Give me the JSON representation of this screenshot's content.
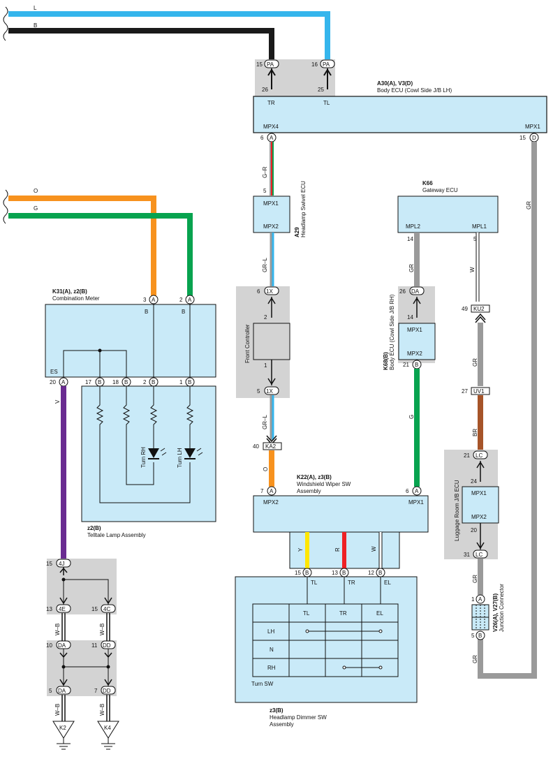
{
  "colors": {
    "L": "#35b5ec",
    "B": "#1a1a1a",
    "O": "#f7921e",
    "G": "#07a34f",
    "V": "#6a2c91",
    "GR": "#9a9a9a",
    "BR": "#a65429",
    "Y": "#ffe600",
    "R": "#ee2024",
    "W": "#ffffff",
    "ecu_fill": "#c9eaf8",
    "jb_fill": "#d3d3d3"
  },
  "wire_labels": {
    "top_L": "L",
    "top_B": "B",
    "left_O": "O",
    "left_G": "G",
    "v_wire": "V",
    "gr_right": "GR",
    "gr_swivel": "G–R",
    "grl_1": "GR–L",
    "grl_2": "GR–L",
    "o_wiper": "O",
    "gr_14": "GR",
    "g_68": "G",
    "w_5": "W",
    "gr_ku": "GR",
    "br_uv": "BR",
    "gr_lc": "GR",
    "gr_bottom": "GR",
    "y": "Y",
    "r": "R",
    "w": "W",
    "wb_1": "W–B",
    "wb_2": "W–B",
    "wb_3": "W–B",
    "wb_4": "W–B"
  },
  "body_ecu": {
    "code": "A30(A), V3(D)",
    "name": "Body ECU (Cowl Side J/B LH)",
    "tr": "TR",
    "tl": "TL",
    "mpx4": "MPX4",
    "mpx1": "MPX1",
    "pin26": "26",
    "pin25": "25",
    "pin6": "6",
    "pin15": "15",
    "conn_A": "A",
    "conn_D": "D"
  },
  "pa_conn": {
    "pin15": "15",
    "pin16": "16",
    "label": "PA"
  },
  "swivel": {
    "code": "A29",
    "name": "Headlamp Swivel ECU",
    "mpx1": "MPX1",
    "mpx2": "MPX2",
    "pin5": "5"
  },
  "gateway": {
    "code": "K66",
    "name": "Gateway ECU",
    "mpl2": "MPL2",
    "mpl1": "MPL1",
    "pin14": "14",
    "pin5": "5"
  },
  "combo_meter": {
    "code": "K31(A), z2(B)",
    "name": "Combination Meter",
    "pin3": "3",
    "pin2": "2",
    "conn_A": "A",
    "conn_B": "B",
    "b1": "B",
    "b2": "B",
    "es": "ES",
    "pins_bottom": [
      "20",
      "17",
      "18",
      "2",
      "1"
    ],
    "conns_bottom": [
      "A",
      "B",
      "B",
      "B",
      "B"
    ],
    "turn_rh": "Turn RH",
    "turn_lh": "Turn LH"
  },
  "telltale": {
    "code": "z2(B)",
    "name": "Telltale Lamp Assembly"
  },
  "front_ctrl": {
    "name": "Front Controller",
    "pin6": "6",
    "pin5": "5",
    "conn": "1X",
    "pin2": "2",
    "pin1": "1"
  },
  "body_ecu_rh": {
    "code": "K68(B)",
    "name": "Body ECU (Cowl Side J/B RH)",
    "mpx1": "MPX1",
    "mpx2": "MPX2",
    "pin26": "26",
    "conn_DA": "DA",
    "pin14": "14",
    "pin21": "21",
    "conn_B": "B"
  },
  "ku2": {
    "pin": "49",
    "label": "KU2"
  },
  "uv1": {
    "pin": "27",
    "label": "UV1"
  },
  "ka2": {
    "pin": "40",
    "label": "KA2"
  },
  "wiper": {
    "code": "K22(A), z3(B)",
    "name1": "Windshield Wiper SW",
    "name2": "Assembly",
    "mpx2": "MPX2",
    "mpx1": "MPX1",
    "pin7": "7",
    "pin6": "6",
    "conn": "A",
    "pins": [
      "15",
      "13",
      "12"
    ],
    "tl": "TL",
    "tr": "TR",
    "el": "EL"
  },
  "turn_sw": {
    "name": "Turn SW",
    "cols": [
      "TL",
      "TR",
      "EL"
    ],
    "rows": [
      "LH",
      "N",
      "RH"
    ]
  },
  "dimmer": {
    "code": "z3(B)",
    "name1": "Headlamp Dimmer SW",
    "name2": "Assembly"
  },
  "luggage": {
    "name": "Luggage Room J/B ECU",
    "mpx1": "MPX1",
    "mpx2": "MPX2",
    "pin21": "21",
    "pin24": "24",
    "pin20": "20",
    "pin31": "31",
    "conn": "LC"
  },
  "junction": {
    "code": "V26(A), V27(B)",
    "name": "Junction Connector",
    "pin1": "1",
    "pin5": "5",
    "conn_A": "A",
    "conn_B": "B"
  },
  "ground_splices": {
    "j4": {
      "pin": "15",
      "label": "4J"
    },
    "e4": {
      "pin": "13",
      "label": "4E"
    },
    "c4": {
      "pin": "15",
      "label": "4C"
    },
    "da_top": {
      "pin": "10",
      "label": "DA"
    },
    "dd_top": {
      "pin": "11",
      "label": "DD"
    },
    "da_bot": {
      "pin": "5",
      "label": "DA"
    },
    "dd_bot": {
      "pin": "7",
      "label": "DD"
    }
  },
  "grounds": {
    "k2": "K2",
    "k4": "K4"
  }
}
